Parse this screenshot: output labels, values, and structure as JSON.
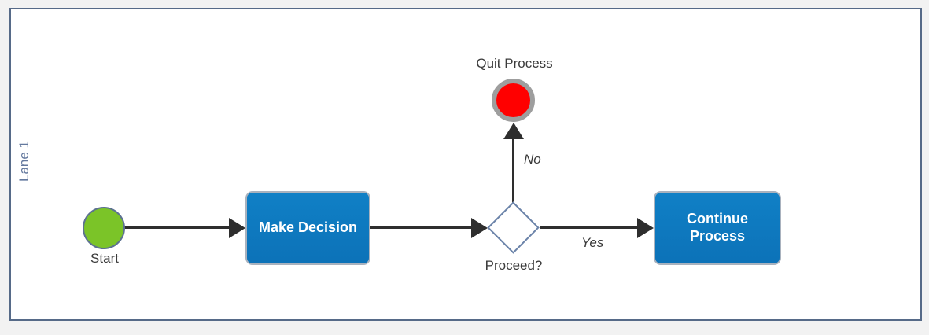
{
  "lane": {
    "label": "Lane 1"
  },
  "nodes": {
    "start": {
      "type": "start-event",
      "label": "Start"
    },
    "make_decision": {
      "type": "task",
      "label": "Make Decision"
    },
    "proceed_gateway": {
      "type": "exclusive-gateway",
      "label": "Proceed?"
    },
    "quit_process": {
      "type": "end-event",
      "label": "Quit Process"
    },
    "continue_process": {
      "type": "task",
      "label": "Continue Process"
    }
  },
  "edges": {
    "start_to_decision": {
      "label": ""
    },
    "decision_to_gateway": {
      "label": ""
    },
    "no_branch": {
      "label": "No"
    },
    "yes_branch": {
      "label": "Yes"
    }
  },
  "colors": {
    "canvas_bg": "#F2F2F2",
    "lane_bg": "#FFFFFF",
    "lane_border": "#566A88",
    "lane_label": "#64799E",
    "start_fill": "#7BC428",
    "start_border": "#5C7191",
    "task_fill": "#0E76BC",
    "task_border": "#A9B2BE",
    "task_text": "#FFFFFF",
    "gateway_border": "#6B83A9",
    "end_fill": "#FF0000",
    "end_ring": "#9E9E9E",
    "connector": "#2E2E2E",
    "label_text": "#3A3A3A"
  }
}
